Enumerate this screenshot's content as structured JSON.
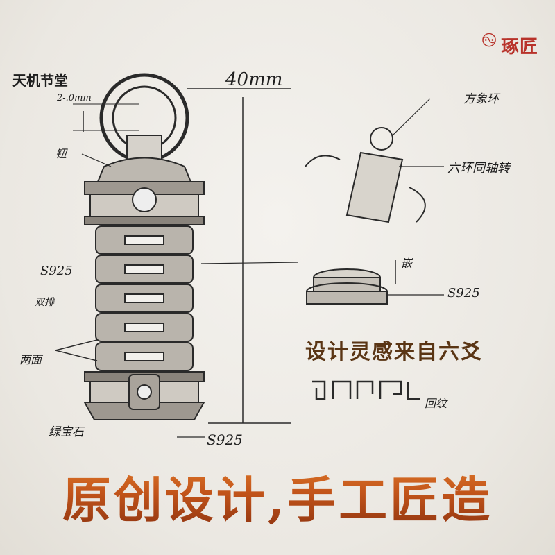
{
  "brand": {
    "name": "琢匠",
    "color": "#b8322a"
  },
  "labels": {
    "top_left": "天机节堂",
    "ring_gap": "2-.0mm",
    "knob": "钮",
    "height": "40mm",
    "material_body": "S925",
    "double_row": "双排",
    "two_sides": "两面",
    "gem": "绿宝石",
    "material_bottom": "S925",
    "ring_label": "方象环",
    "rotation": "六环同轴转",
    "inlay": "嵌",
    "material_inlay": "S925",
    "pattern": "回纹"
  },
  "inspiration": "设计灵感来自六爻",
  "slogan": "原创设计,手工匠造",
  "colors": {
    "slogan": "#c2541a",
    "inspiration": "#5a3514",
    "paper": "#efece6"
  }
}
